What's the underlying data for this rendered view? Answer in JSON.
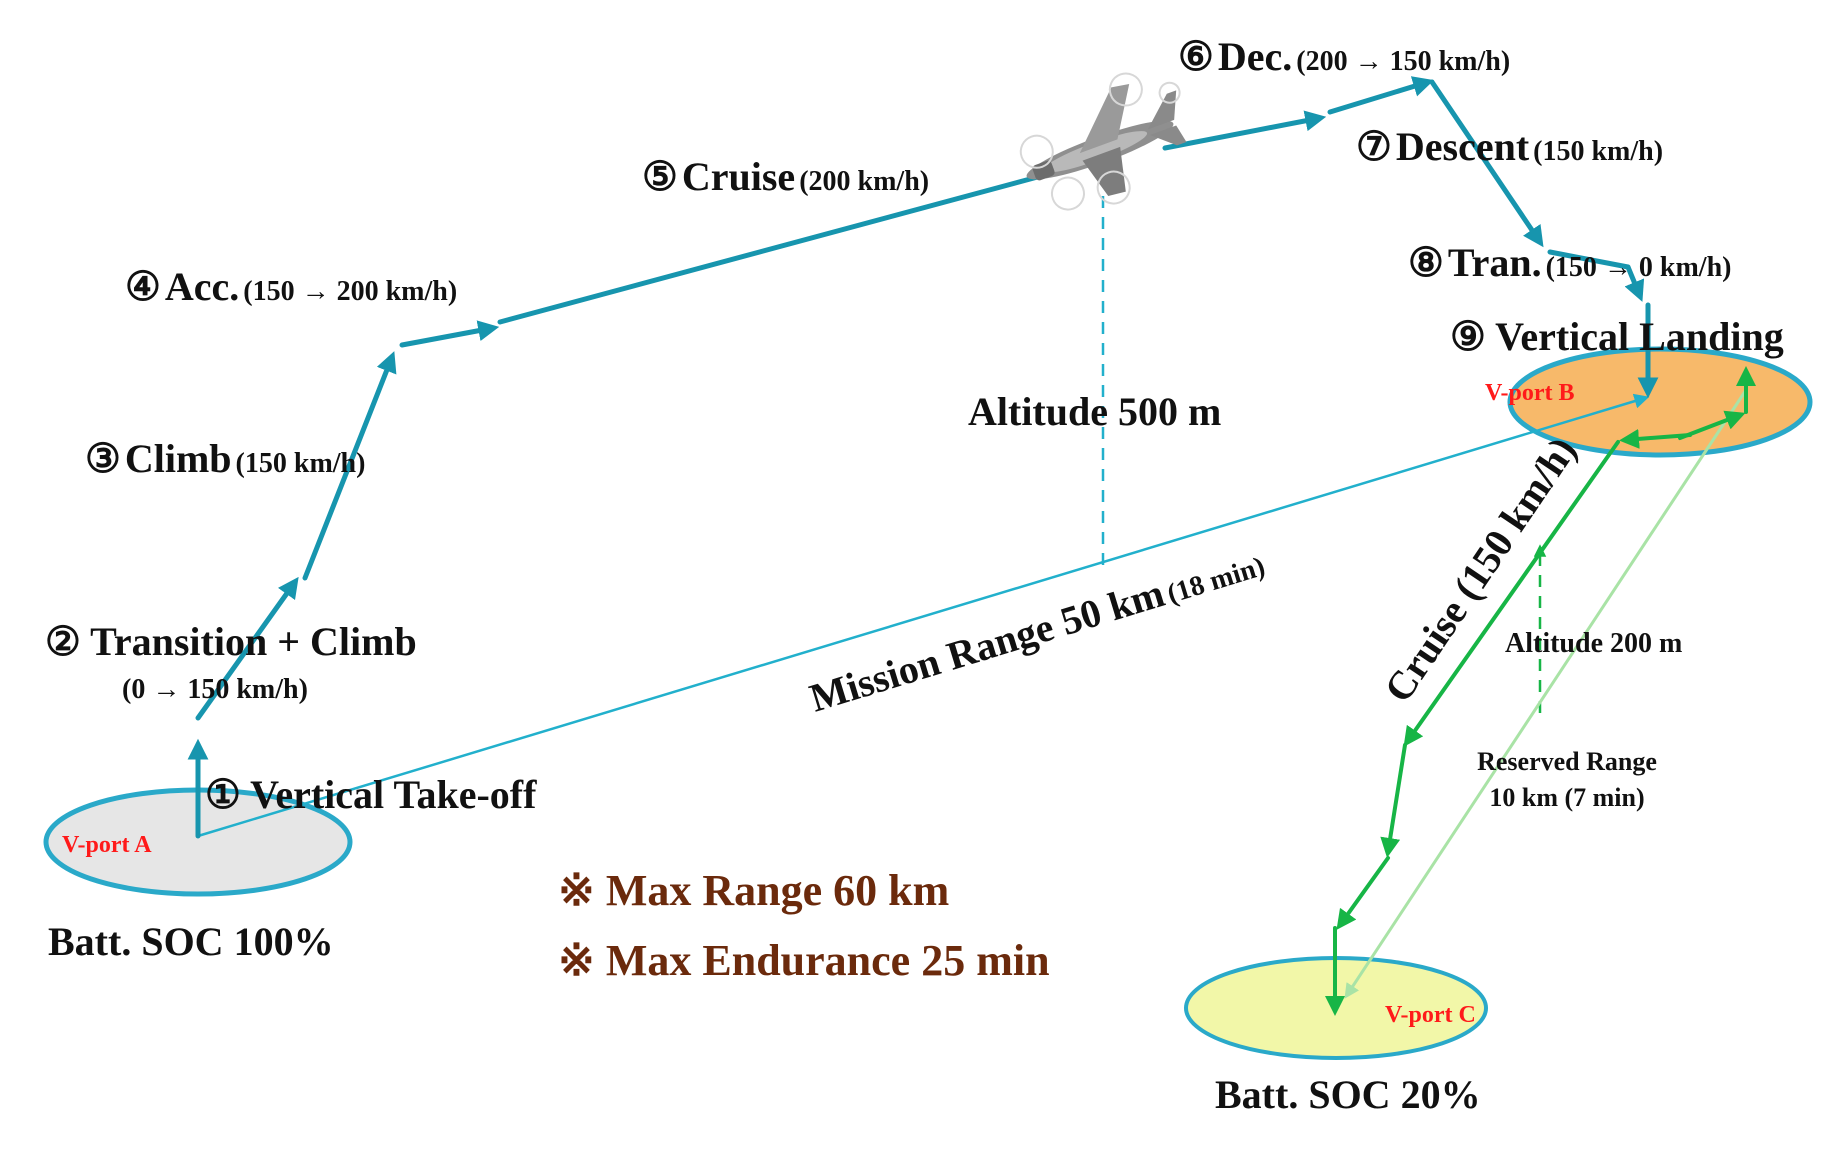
{
  "stages": {
    "s1": {
      "num": "①",
      "name": "Vertical Take-off",
      "speed": ""
    },
    "s2": {
      "num": "②",
      "name": "Transition + Climb",
      "speed": "(0 → 150 km/h)"
    },
    "s3": {
      "num": "③",
      "name": "Climb",
      "speed": "(150 km/h)"
    },
    "s4": {
      "num": "④",
      "name": "Acc.",
      "speed": "(150 → 200 km/h)"
    },
    "s5": {
      "num": "⑤",
      "name": "Cruise",
      "speed": "(200 km/h)"
    },
    "s6": {
      "num": "⑥",
      "name": "Dec.",
      "speed": "(200 → 150 km/h)"
    },
    "s7": {
      "num": "⑦",
      "name": "Descent",
      "speed": "(150 km/h)"
    },
    "s8": {
      "num": "⑧",
      "name": "Tran.",
      "speed": "(150 → 0 km/h)"
    },
    "s9": {
      "num": "⑨",
      "name": "Vertical Landing",
      "speed": ""
    }
  },
  "ports": {
    "a": {
      "label": "V-port A",
      "fill": "#e6e6e6"
    },
    "b": {
      "label": "V-port B",
      "fill": "#f7b96a"
    },
    "c": {
      "label": "V-port C",
      "fill": "#f2f7a8"
    }
  },
  "labels": {
    "altitude_main": "Altitude 500 m",
    "mission_range": "Mission Range 50 km",
    "mission_time": "(18 min)",
    "reserve_cruise": "Cruise (150 km/h)",
    "altitude_reserve": "Altitude 200 m",
    "reserved_range_1": "Reserved Range",
    "reserved_range_2": "10 km (7 min)",
    "soc_start": "Batt. SOC 100%",
    "soc_end": "Batt. SOC 20%",
    "max_range": "※ Max Range 60 km",
    "max_endurance": "※ Max Endurance 25 min"
  },
  "colors": {
    "mission_path": "#1795ae",
    "mission_range_line": "#22b0cc",
    "reserve_path": "#17b546",
    "reserve_light": "#a9e3a6",
    "port_ring": "#2aa9c9",
    "text": "#111111",
    "port_text": "#ff1a1a",
    "max_text": "#6b2a0c"
  },
  "icons": [
    "aircraft-icon"
  ]
}
